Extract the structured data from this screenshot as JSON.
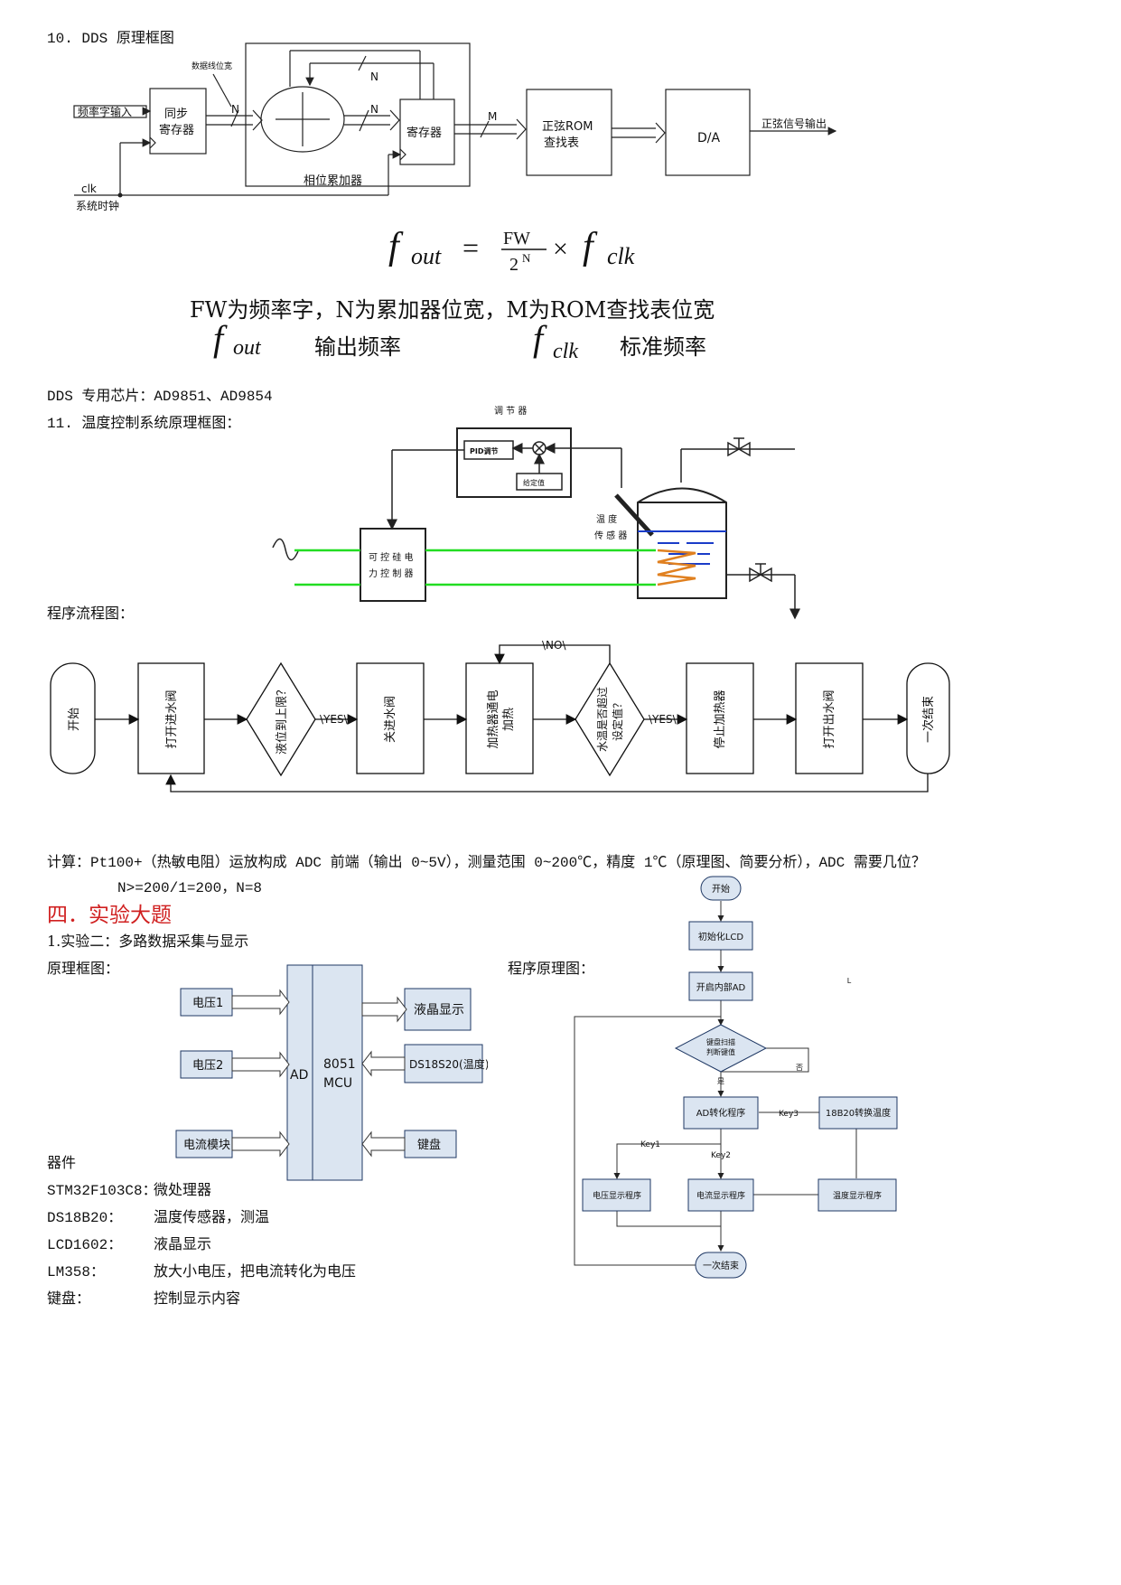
{
  "sec10": {
    "heading": "10.   DDS 原理框图",
    "diagram": {
      "bus_width_label": "数据线位宽",
      "freq_word_input": "频率字输入",
      "sync_register": [
        "同步",
        "寄存器"
      ],
      "label_N": "N",
      "label_M": "M",
      "register": "寄存器",
      "sine_rom": [
        "正弦ROM",
        "查找表"
      ],
      "da": "D/A",
      "sine_output": "正弦信号输出",
      "clk": "clk",
      "system_clock": "系统时钟",
      "phase_accumulator": "相位累加器"
    },
    "formula": {
      "f": "f",
      "out": "out",
      "eq": "=",
      "num": "FW",
      "den": "2",
      "den_exp": "N",
      "times": "×",
      "clk": "clk"
    },
    "note_line1": "FW为频率字，N为累加器位宽，M为ROM查找表位宽",
    "note_fout": "输出频率",
    "note_fclk": "标准频率"
  },
  "chips": "DDS 专用芯片：AD9851、AD9854",
  "sec11": {
    "heading": "11.  温度控制系统原理框图：",
    "diagram": {
      "regulator": "调 节 器",
      "pid": "PID调节",
      "setpoint": "给定值",
      "temp_sensor": [
        "温 度",
        "传 感 器"
      ],
      "scr_controller": [
        "可 控 硅 电",
        "力 控 制 器"
      ]
    }
  },
  "flow_title": "程序流程图：",
  "flow": {
    "start": "开始",
    "open_inlet": "打开进水阀",
    "level_check": "液位到上限？",
    "yes": "\\YES\\",
    "close_inlet": "关进水阀",
    "heat": [
      "加热器通电",
      "加热"
    ],
    "no": "\\NO\\",
    "temp_check": [
      "水温是否超过",
      "设定值？"
    ],
    "stop_heater": "停止加热器",
    "open_outlet": "打开出水阀",
    "end": "一次结束"
  },
  "calc": "计算：Pt100+（热敏电阻）运放构成 ADC 前端（输出 0~5V），测量范围 0~200℃，精度 1℃（原理图、简要分析），ADC 需要几位？",
  "calc_answer": "N>=200/1=200，N=8",
  "sec4_title": "四．实验大题",
  "exp1_title": "1.实验二：多路数据采集与显示",
  "block_diagram_label": "原理框图：",
  "program_label": "程序原理图：",
  "block": {
    "v1": "电压1",
    "v2": "电压2",
    "current": "电流模块",
    "ad": "AD",
    "mcu": [
      "8051",
      "MCU"
    ],
    "lcd": "液晶显示",
    "ds": "DS18S20(温度)",
    "keypad": "键盘"
  },
  "program": {
    "start": "开始",
    "init_lcd": "初始化LCD",
    "open_ad": "开启内部AD",
    "keyscan": [
      "键盘扫描",
      "判断键值"
    ],
    "no": "否",
    "yes": "是",
    "ad_conv": "AD转化程序",
    "key3": "Key3",
    "temp_conv": "18B20转换温度",
    "key1": "Key1",
    "key2": "Key2",
    "volt_disp": "电压显示程序",
    "curr_disp": "电流显示程序",
    "temp_disp": "温度显示程序",
    "end": "一次结束",
    "stray": "L"
  },
  "components": {
    "title": "器件",
    "items": [
      {
        "name": "STM32F103C8：",
        "desc": "微处理器"
      },
      {
        "name": "DS18B20：",
        "desc": "温度传感器，测温"
      },
      {
        "name": "LCD1602：",
        "desc": "液晶显示"
      },
      {
        "name": "LM358：",
        "desc": "放大小电压，把电流转化为电压"
      },
      {
        "name": "键盘：",
        "desc": "控制显示内容"
      }
    ]
  }
}
